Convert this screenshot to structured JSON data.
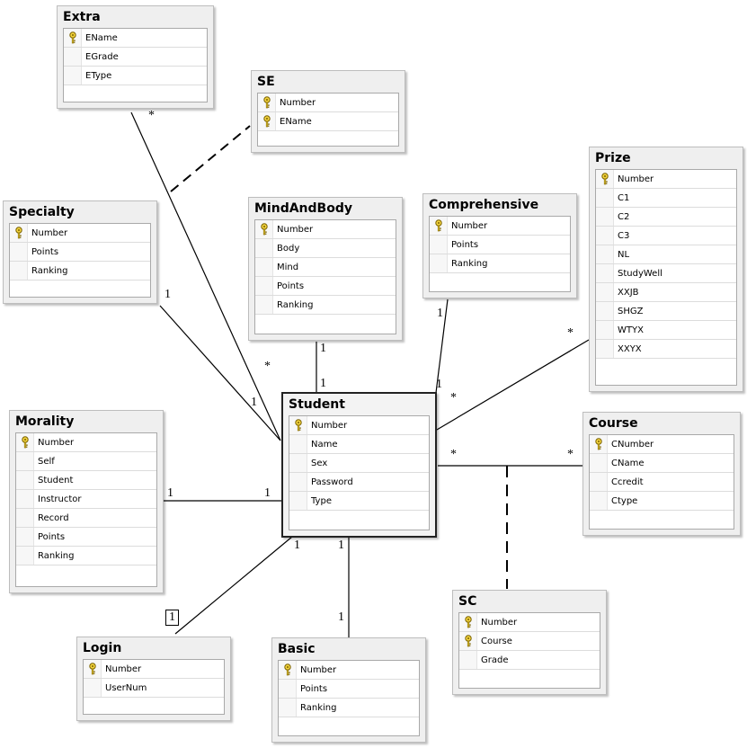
{
  "entities": {
    "extra": {
      "name": "Extra",
      "columns": [
        {
          "name": "EName",
          "key": true
        },
        {
          "name": "EGrade",
          "key": false
        },
        {
          "name": "EType",
          "key": false
        }
      ]
    },
    "se": {
      "name": "SE",
      "columns": [
        {
          "name": "Number",
          "key": true
        },
        {
          "name": "EName",
          "key": true
        }
      ]
    },
    "prize": {
      "name": "Prize",
      "columns": [
        {
          "name": "Number",
          "key": true
        },
        {
          "name": "C1",
          "key": false
        },
        {
          "name": "C2",
          "key": false
        },
        {
          "name": "C3",
          "key": false
        },
        {
          "name": "NL",
          "key": false
        },
        {
          "name": "StudyWell",
          "key": false
        },
        {
          "name": "XXJB",
          "key": false
        },
        {
          "name": "SHGZ",
          "key": false
        },
        {
          "name": "WTYX",
          "key": false
        },
        {
          "name": "XXYX",
          "key": false
        }
      ]
    },
    "specialty": {
      "name": "Specialty",
      "columns": [
        {
          "name": "Number",
          "key": true
        },
        {
          "name": "Points",
          "key": false
        },
        {
          "name": "Ranking",
          "key": false
        }
      ]
    },
    "mindandbody": {
      "name": "MindAndBody",
      "columns": [
        {
          "name": "Number",
          "key": true
        },
        {
          "name": "Body",
          "key": false
        },
        {
          "name": "Mind",
          "key": false
        },
        {
          "name": "Points",
          "key": false
        },
        {
          "name": "Ranking",
          "key": false
        }
      ]
    },
    "comprehensive": {
      "name": "Comprehensive",
      "columns": [
        {
          "name": "Number",
          "key": true
        },
        {
          "name": "Points",
          "key": false
        },
        {
          "name": "Ranking",
          "key": false
        }
      ]
    },
    "student": {
      "name": "Student",
      "columns": [
        {
          "name": "Number",
          "key": true
        },
        {
          "name": "Name",
          "key": false
        },
        {
          "name": "Sex",
          "key": false
        },
        {
          "name": "Password",
          "key": false
        },
        {
          "name": "Type",
          "key": false
        }
      ]
    },
    "morality": {
      "name": "Morality",
      "columns": [
        {
          "name": "Number",
          "key": true
        },
        {
          "name": "Self",
          "key": false
        },
        {
          "name": "Student",
          "key": false
        },
        {
          "name": "Instructor",
          "key": false
        },
        {
          "name": "Record",
          "key": false
        },
        {
          "name": "Points",
          "key": false
        },
        {
          "name": "Ranking",
          "key": false
        }
      ]
    },
    "course": {
      "name": "Course",
      "columns": [
        {
          "name": "CNumber",
          "key": true
        },
        {
          "name": "CName",
          "key": false
        },
        {
          "name": "Ccredit",
          "key": false
        },
        {
          "name": "Ctype",
          "key": false
        }
      ]
    },
    "sc": {
      "name": "SC",
      "columns": [
        {
          "name": "Number",
          "key": true
        },
        {
          "name": "Course",
          "key": true
        },
        {
          "name": "Grade",
          "key": false
        }
      ]
    },
    "login": {
      "name": "Login",
      "columns": [
        {
          "name": "Number",
          "key": true
        },
        {
          "name": "UserNum",
          "key": false
        }
      ]
    },
    "basic": {
      "name": "Basic",
      "columns": [
        {
          "name": "Number",
          "key": true
        },
        {
          "name": "Points",
          "key": false
        },
        {
          "name": "Ranking",
          "key": false
        }
      ]
    }
  },
  "multiplicities": {
    "extra_many": "*",
    "student_extra_many": "*",
    "specialty_one": "1",
    "student_specialty_one": "1",
    "mindandbody_one": "1",
    "student_mindandbody_one": "1",
    "comprehensive_one": "1",
    "student_comprehensive_one": "1",
    "prize_many": "*",
    "student_prize_many": "*",
    "morality_one": "1",
    "student_morality_one": "1",
    "student_course_many": "*",
    "course_many": "*",
    "student_login_one": "1",
    "login_one": "1",
    "student_basic_one": "1",
    "basic_one": "1"
  },
  "key_icon": "key-icon",
  "colors": {
    "key_icon": "#f2d23c",
    "title_bar": "#efefef",
    "grid": "#ffffff",
    "lines": "#000000"
  }
}
